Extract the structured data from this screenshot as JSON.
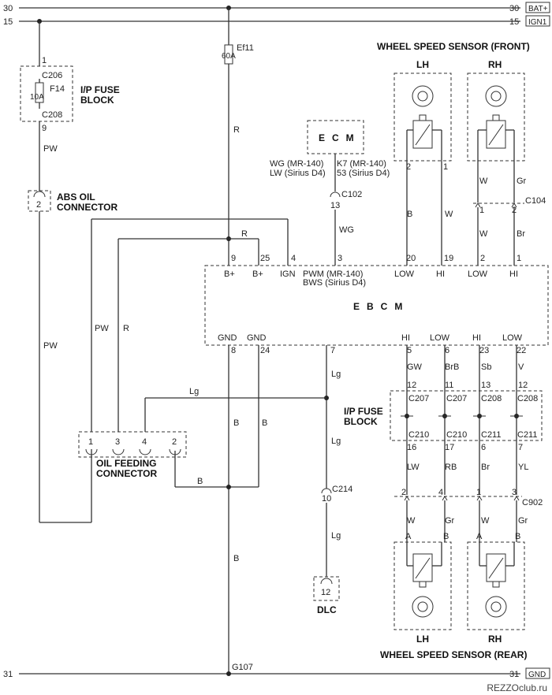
{
  "rails": {
    "bat_num_left": "30",
    "bat_num_right": "30",
    "bat_label": "BAT+",
    "ign_num_left": "15",
    "ign_num_right": "15",
    "ign_label": "IGN1",
    "gnd_num_left": "31",
    "gnd_num_right": "31",
    "gnd_label": "GND"
  },
  "fuse_block_top": {
    "title_line1": "I/P FUSE",
    "title_line2": "BLOCK",
    "pin_in": "1",
    "conn_in": "C206",
    "fuse_name": "F14",
    "fuse_rating": "10A",
    "conn_out": "C208",
    "pin_out": "9"
  },
  "fuse_ef11": {
    "name": "Ef11",
    "rating": "60A"
  },
  "abs_oil": {
    "pin": "2",
    "title_line1": "ABS OIL",
    "title_line2": "CONNECTOR"
  },
  "ecm": {
    "label": "ECM",
    "left_line1": "WG (MR-140)",
    "left_line2": "LW (Sirius D4)",
    "right_line1": "K7 (MR-140)",
    "right_line2": "53 (Sirius D4)",
    "conn": "C102",
    "conn_pin": "13"
  },
  "front_sensor": {
    "title": "WHEEL SPEED SENSOR (FRONT)",
    "lh": "LH",
    "rh": "RH",
    "lh_pin_a": "2",
    "lh_pin_b": "1",
    "c104": "C104",
    "c104_pin_a": "1",
    "c104_pin_b": "2"
  },
  "ebcm": {
    "label": "EBCM",
    "top_pins": [
      {
        "num": "9",
        "name": "B+"
      },
      {
        "num": "25",
        "name": "B+"
      },
      {
        "num": "4",
        "name": "IGN"
      },
      {
        "num": "3",
        "name": "PWM (MR-140)"
      },
      {
        "num": "20",
        "name": "LOW"
      },
      {
        "num": "19",
        "name": "HI"
      },
      {
        "num": "2",
        "name": "LOW"
      },
      {
        "num": "1",
        "name": "HI"
      }
    ],
    "bws": "BWS (Sirius D4)",
    "bottom_pins": [
      {
        "num": "8",
        "name": "GND"
      },
      {
        "num": "24",
        "name": "GND"
      },
      {
        "num": "7",
        "name": ""
      },
      {
        "num": "5",
        "name": "HI"
      },
      {
        "num": "6",
        "name": "LOW"
      },
      {
        "num": "23",
        "name": "HI"
      },
      {
        "num": "22",
        "name": "LOW"
      }
    ]
  },
  "wire_colors": {
    "pw_top": "PW",
    "pw_left": "PW",
    "pw_mid": "PW",
    "r_ef11": "R",
    "r_join": "R",
    "r_mid": "R",
    "wg": "WG",
    "b_lh_front": "B",
    "w_lh_front": "W",
    "w_rh_upper": "W",
    "gr_rh_upper": "Gr",
    "w_rh_lower": "W",
    "br_rh_lower": "Br",
    "lg_top": "Lg",
    "lg_horiz": "Lg",
    "lg_mid": "Lg",
    "lg_low": "Lg",
    "b_gnd1": "B",
    "b_gnd2": "B",
    "b_oil": "B",
    "b_main": "B",
    "gw": "GW",
    "brb": "BrB",
    "sb": "Sb",
    "v": "V",
    "lw": "LW",
    "rb": "RB",
    "br": "Br",
    "yl": "YL",
    "w_rl": "W",
    "gr_rl": "Gr",
    "w_rr": "W",
    "gr_rr": "Gr"
  },
  "fuse_block_rear": {
    "title_line1": "I/P FUSE",
    "title_line2": "BLOCK",
    "top_pins": [
      "12",
      "11",
      "13",
      "12"
    ],
    "top_conns": [
      "C207",
      "C207",
      "C208",
      "C208"
    ],
    "bottom_conns": [
      "C210",
      "C210",
      "C211",
      "C211"
    ],
    "bottom_pins": [
      "16",
      "17",
      "6",
      "7"
    ]
  },
  "oil_feed": {
    "pins": [
      "1",
      "3",
      "4",
      "2"
    ],
    "title_line1": "OIL FEEDING",
    "title_line2": "CONNECTOR"
  },
  "c214": {
    "name": "C214",
    "pin": "10"
  },
  "dlc": {
    "pin": "12",
    "label": "DLC"
  },
  "c902": {
    "name": "C902",
    "pins": [
      "2",
      "4",
      "1",
      "3"
    ]
  },
  "rear_sensor": {
    "title": "WHEEL SPEED SENSOR (REAR)",
    "lh": "LH",
    "rh": "RH",
    "pins": [
      "A",
      "B",
      "A",
      "B"
    ]
  },
  "ground": {
    "name": "G107"
  },
  "watermark": "REZZOclub.ru"
}
